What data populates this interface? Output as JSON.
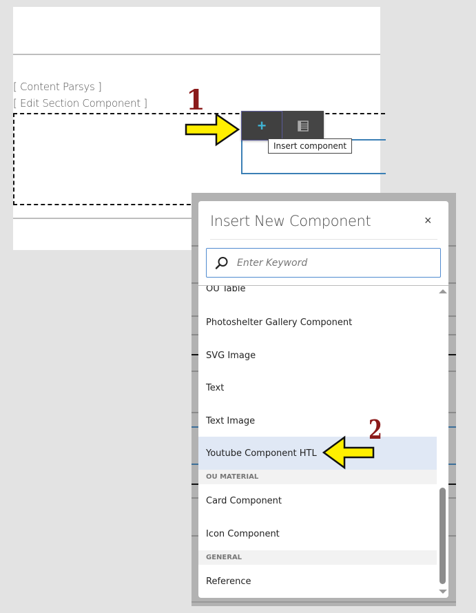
{
  "page": {
    "labels": [
      "[ Content Parsys ]",
      "[ Edit Section Component ]"
    ]
  },
  "toolbar": {
    "insert_icon": "plus-icon",
    "layout_icon": "layout-icon",
    "tooltip": "Insert component"
  },
  "annotations": {
    "step1": "1",
    "step2": "2",
    "arrow_color": "#ffef00",
    "number_color": "#8b1a1a"
  },
  "modal": {
    "title": "Insert New Component",
    "close_label": "×",
    "search": {
      "placeholder": "Enter Keyword",
      "value": ""
    },
    "items": [
      {
        "type": "item",
        "label": "OU Table"
      },
      {
        "type": "item",
        "label": "Photoshelter Gallery Component"
      },
      {
        "type": "item",
        "label": "SVG Image"
      },
      {
        "type": "item",
        "label": "Text"
      },
      {
        "type": "item",
        "label": "Text Image"
      },
      {
        "type": "item",
        "label": "Youtube Component HTL",
        "selected": true
      },
      {
        "type": "group",
        "label": "OU MATERIAL"
      },
      {
        "type": "item",
        "label": "Card Component"
      },
      {
        "type": "item",
        "label": "Icon Component"
      },
      {
        "type": "group",
        "label": "GENERAL"
      },
      {
        "type": "item",
        "label": "Reference"
      }
    ]
  },
  "colors": {
    "accent_blue": "#3b7fb5",
    "plus_cyan": "#3fb2d3",
    "selected_row": "#e0e8f5",
    "toolbar_bg": "#454545"
  }
}
